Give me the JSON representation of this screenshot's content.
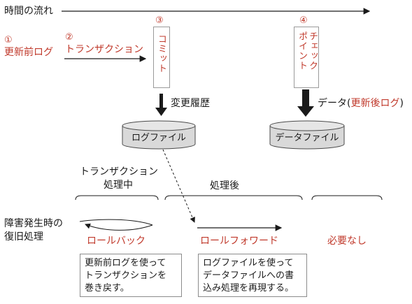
{
  "time_axis": {
    "label": "時間の流れ"
  },
  "steps": {
    "step1": {
      "number": "①",
      "label": "更新前ログ"
    },
    "step2": {
      "number": "②",
      "label": "トランザクション"
    },
    "step3": {
      "number": "③",
      "label": "コミット"
    },
    "step4": {
      "number": "④",
      "label": "チェックポイント",
      "lines": [
        "チェック",
        "ポイント"
      ]
    }
  },
  "arrows": {
    "commit_arrow_label": "変更履歴",
    "checkpoint_arrow_label_prefix": "データ(",
    "checkpoint_arrow_label_highlight": "更新後ログ",
    "checkpoint_arrow_label_suffix": ")"
  },
  "storages": {
    "log_file": "ログファイル",
    "data_file": "データファイル"
  },
  "phases": {
    "during_line1": "トランザクション",
    "during_line2": "処理中",
    "after": "処理後"
  },
  "failure": {
    "label_line1": "障害発生時の",
    "label_line2": "復旧処理",
    "rollback": "ロールバック",
    "rollforward": "ロールフォワード",
    "not_needed": "必要なし"
  },
  "notes": {
    "rollback": [
      "更新前ログを使って",
      "トランザクションを",
      "巻き戻す。"
    ],
    "rollforward": [
      "ログファイルを使って",
      "データファイルへの書",
      "込み処理を再現する。"
    ]
  },
  "colors": {
    "accent": "#c0392b",
    "line": "#1a1a1a",
    "cylinder_fill": "#d9d9d9"
  }
}
